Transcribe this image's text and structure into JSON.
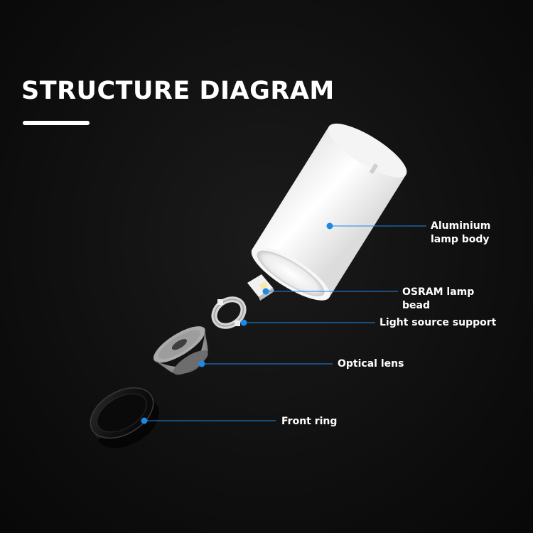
{
  "title": "STRUCTURE DIAGRAM",
  "accent_color": "#1e88e5",
  "parts": [
    {
      "name": "aluminium-lamp-body",
      "line1": "Aluminium",
      "line2": "lamp body"
    },
    {
      "name": "osram-lamp-bead",
      "line1": "OSRAM lamp",
      "line2": "bead"
    },
    {
      "name": "light-source-support",
      "line1": "Light source support"
    },
    {
      "name": "optical-lens",
      "line1": "Optical lens"
    },
    {
      "name": "front-ring",
      "line1": "Front ring"
    }
  ]
}
